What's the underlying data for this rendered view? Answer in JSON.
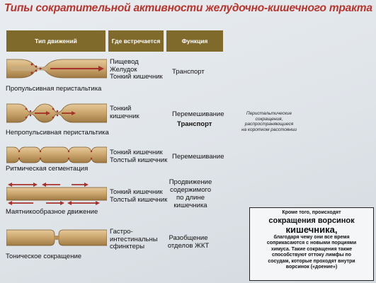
{
  "title": "Типы сократительной активности желудочно-кишечного тракта",
  "headers": {
    "type": "Тип движений",
    "where": "Где встречается",
    "function": "Функция"
  },
  "rows": [
    {
      "name": "Пропульсивная перистальтика",
      "where": [
        "Пищевод",
        "Желудок",
        "Тонкий кишечник"
      ],
      "function": "Транспорт"
    },
    {
      "name": "Непропульсивная перистальтика",
      "where": [
        "Тонкий",
        "кишечник"
      ],
      "function": "Перемешивание",
      "function2": "Транспорт",
      "note": [
        "Перистальтические",
        "сокращения,",
        "распространяющиеся",
        "на коротком расстоянии"
      ]
    },
    {
      "name": "Ритмическая сегментация",
      "where": [
        "Тонкий кишечник",
        "Толстый кишечник"
      ],
      "function": "Перемешивание"
    },
    {
      "name": "Маятникообразное движение",
      "where": [
        "Тонкий кишечник",
        "Толстый кишечник"
      ],
      "function": [
        "Продвижение",
        "содержимого",
        "по длине",
        "кишечника"
      ]
    },
    {
      "name": "Тоническое сокращение",
      "where": [
        "Гастро-",
        "интестинальны",
        "сфинктеры"
      ],
      "function": [
        "Разобщение",
        "отделов ЖКТ"
      ]
    }
  ],
  "box": {
    "l1": "Кроме того, происходят",
    "l2": "сокращения ворсинок",
    "l3": "кишечника,",
    "l4": "благодаря чему  они все время",
    "l5": "соприкасаются с новыми порциями",
    "l6": "химуса. Такие сокращения также",
    "l7": "способствуют оттоку лимфы по",
    "l8": "сосудам, которые проходят внутри",
    "l9": "ворсинок («доение»)"
  },
  "colors": {
    "title": "#b8342c",
    "header": "#7f6a2b",
    "tube": "#c9a46b",
    "arrow": "#a8302a"
  }
}
